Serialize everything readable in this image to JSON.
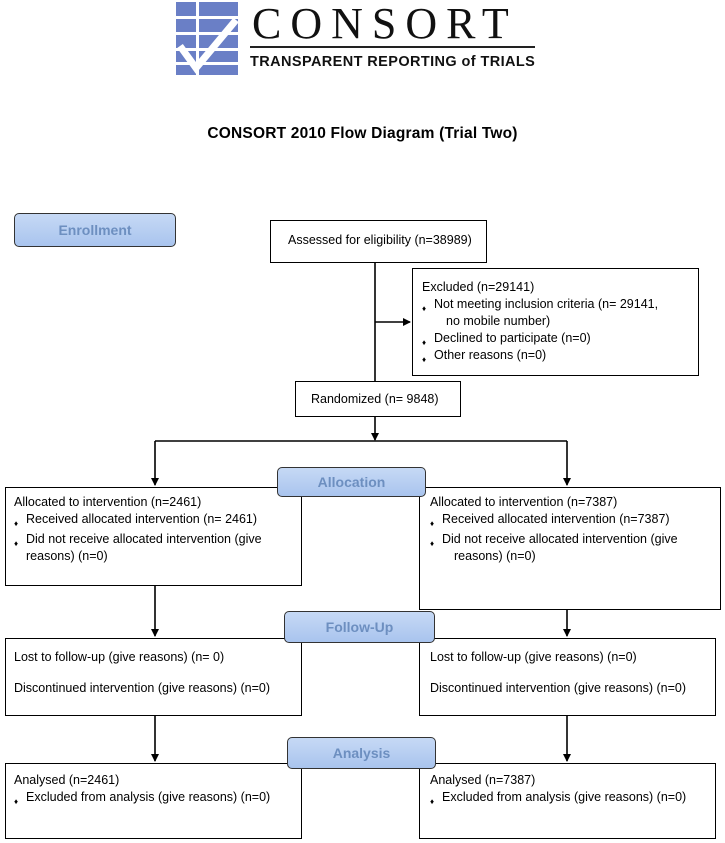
{
  "header": {
    "logo_word": "CONSORT",
    "logo_subtitle": "TRANSPARENT REPORTING of TRIALS",
    "title": "CONSORT 2010 Flow Diagram (Trial Two)"
  },
  "colors": {
    "logo_blue": "#6a7fc6",
    "pill_fill": "#b8cff2",
    "pill_text": "#6d8fc0"
  },
  "stages": {
    "enrollment": "Enrollment",
    "allocation": "Allocation",
    "follow_up": "Follow-Up",
    "analysis": "Analysis"
  },
  "enrollment": {
    "assessed": "Assessed for eligibility (n=38989)",
    "excluded_title": "Excluded  (n=29141)",
    "excluded_items": [
      "Not meeting inclusion criteria (n= 29141,",
      "Declined to participate (n=0)",
      "Other reasons (n=0)"
    ],
    "excluded_item0_cont": "no mobile number)",
    "randomized": "Randomized (n= 9848)"
  },
  "left_arm": {
    "allocated": "Allocated to intervention (n=2461)",
    "received": "Received allocated intervention (n= 2461)",
    "not_received": "Did not receive allocated intervention (give",
    "not_received_cont": "reasons) (n=0)",
    "lost": "Lost to follow-up (give reasons) (n= 0)",
    "discontinued": "Discontinued intervention (give reasons) (n=0)",
    "analysed": "Analysed  (n=2461)",
    "excluded_analysis": "Excluded from analysis (give reasons) (n=0)"
  },
  "right_arm": {
    "allocated": "Allocated to intervention (n=7387)",
    "received": "Received allocated intervention (n=7387)",
    "not_received": "Did not receive allocated intervention (give",
    "not_received_cont": "reasons) (n=0)",
    "lost": "Lost to follow-up (give reasons) (n=0)",
    "discontinued": "Discontinued intervention (give reasons) (n=0)",
    "analysed": "Analysed  (n=7387)",
    "excluded_analysis": "Excluded from analysis (give reasons) (n=0)"
  },
  "bullet_glyph": "♦"
}
